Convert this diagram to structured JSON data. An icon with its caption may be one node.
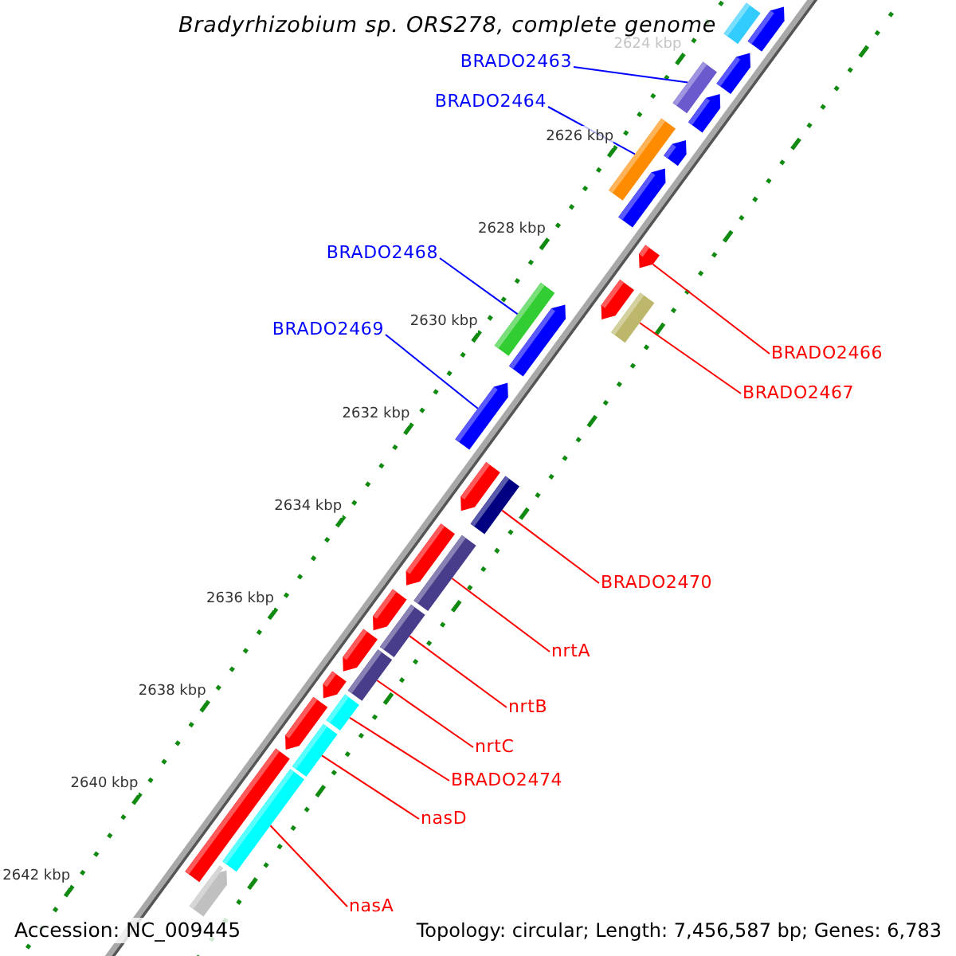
{
  "diagram": {
    "title": "Bradyrhizobium sp. ORS278, complete genome",
    "nodes": [
      {
        "text": [
          "BRADO2463"
        ]
      },
      {
        "text": [
          "BRADO2464"
        ]
      },
      {
        "text": [
          "BRADO2468"
        ]
      },
      {
        "text": [
          "BRADO2469"
        ]
      },
      {
        "text": [
          "BRADO2466"
        ]
      },
      {
        "text": [
          "BRADO2467"
        ]
      },
      {
        "text": [
          "BRADO2470"
        ]
      },
      {
        "text": [
          "nrtA"
        ]
      },
      {
        "text": [
          "nrtB"
        ]
      },
      {
        "text": [
          "nrtC"
        ]
      },
      {
        "text": [
          "BRADO2474"
        ]
      },
      {
        "text": [
          "nasD"
        ]
      },
      {
        "text": [
          "nasA"
        ]
      },
      {
        "text": [],
        "shape": "bar"
      },
      {
        "text": [],
        "shape": "bar"
      },
      {
        "text": [],
        "shape": "bar"
      },
      {
        "text": [],
        "shape": "arrow"
      },
      {
        "text": [],
        "shape": "arrow"
      },
      {
        "text": [],
        "shape": "bar"
      },
      {
        "text": [],
        "shape": "bar"
      },
      {
        "text": [],
        "shape": "bar"
      },
      {
        "text": [],
        "shape": "bar"
      },
      {
        "text": [],
        "shape": "bar"
      },
      {
        "text": [],
        "shape": "bar"
      },
      {
        "text": [],
        "shape": "bar"
      },
      {
        "text": [],
        "shape": "bar"
      },
      {
        "text": [],
        "shape": "bar"
      },
      {
        "text": [],
        "shape": "arrow"
      },
      {
        "text": [],
        "shape": "arrow"
      },
      {
        "text": [],
        "shape": "arrow"
      },
      {
        "text": [],
        "shape": "arrow"
      },
      {
        "text": [],
        "shape": "arrow"
      },
      {
        "text": [],
        "shape": "arrow"
      },
      {
        "text": [],
        "shape": "arrow"
      },
      {
        "text": [],
        "shape": "arrow"
      },
      {
        "text": [],
        "shape": "arrow"
      },
      {
        "text": [],
        "shape": "arrow"
      },
      {
        "text": [],
        "shape": "arrow"
      },
      {
        "text": [],
        "shape": "arrow"
      },
      {
        "text": [],
        "shape": "arrow"
      },
      {
        "text": [],
        "shape": "bar"
      },
      {
        "text": [],
        "shape": "arrow"
      }
    ],
    "edges": [
      {
        "from": 0,
        "to": 13,
        "arrow": "none",
        "color": "#0000ff"
      },
      {
        "from": 1,
        "to": 14,
        "arrow": "none",
        "color": "#0000ff"
      },
      {
        "from": 2,
        "to": 15,
        "arrow": "none",
        "color": "#0000ff"
      },
      {
        "from": 3,
        "to": 16,
        "arrow": "none",
        "color": "#0000ff"
      },
      {
        "from": 4,
        "to": 17,
        "arrow": "none"
      },
      {
        "from": 5,
        "to": 18,
        "arrow": "none"
      },
      {
        "from": 6,
        "to": 19,
        "arrow": "none"
      },
      {
        "from": 7,
        "to": 20,
        "arrow": "none"
      },
      {
        "from": 8,
        "to": 21,
        "arrow": "none"
      },
      {
        "from": 9,
        "to": 22,
        "arrow": "none"
      },
      {
        "from": 10,
        "to": 23,
        "arrow": "none"
      },
      {
        "from": 11,
        "to": 24,
        "arrow": "none"
      },
      {
        "from": 12,
        "to": 25,
        "arrow": "none"
      }
    ],
    "labels": [
      "2624 kbp",
      "2626 kbp",
      "2628 kbp",
      "2630 kbp",
      "2632 kbp",
      "2634 kbp",
      "2636 kbp",
      "2638 kbp",
      "2640 kbp",
      "2642 kbp",
      "Accession: NC_009445",
      "Topology: circular; Length: 7,456,587 bp; Genes: 6,783"
    ]
  }
}
